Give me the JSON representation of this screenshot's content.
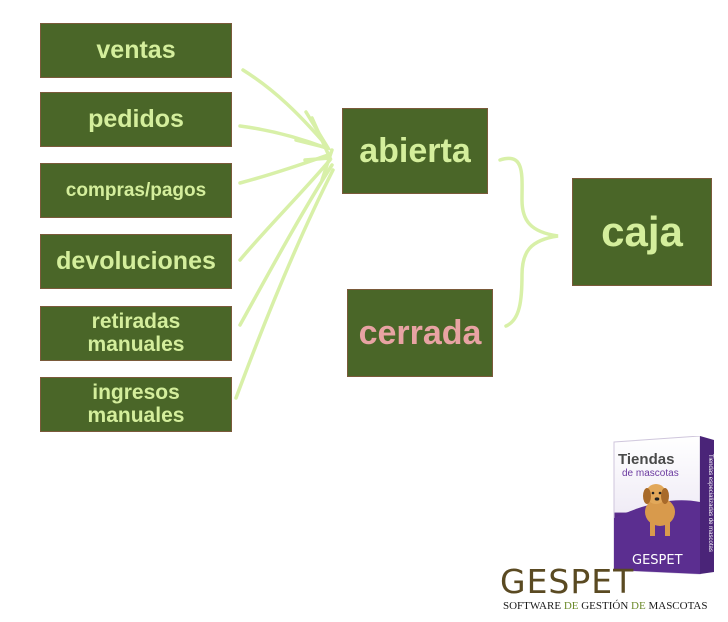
{
  "sources": [
    {
      "lines": [
        "ventas"
      ]
    },
    {
      "lines": [
        "pedidos"
      ]
    },
    {
      "lines": [
        "compras/pagos"
      ]
    },
    {
      "lines": [
        "devoluciones"
      ]
    },
    {
      "lines": [
        "retiradas",
        "manuales"
      ]
    },
    {
      "lines": [
        "ingresos",
        "manuales"
      ]
    }
  ],
  "states": {
    "open": "abierta",
    "closed": "cerrada"
  },
  "target": "caja",
  "product": {
    "title": "Tiendas",
    "subtitle": "de mascotas",
    "side_text": "Tiendas especializadas de mascotas",
    "brand": "GESPET"
  },
  "logo": {
    "brand_first": "GES",
    "brand_second": "PET",
    "tagline_software": "SOFTWARE",
    "tagline_de1": " DE ",
    "tagline_gestion": "GESTIÓN",
    "tagline_de2": " DE ",
    "tagline_mascotas": "MASCOTAS"
  },
  "colors": {
    "box_fill": "#4a6628",
    "box_text": "#d4ee9c",
    "closed_text": "#e8a0a0",
    "arrow": "#d4ee9c"
  }
}
